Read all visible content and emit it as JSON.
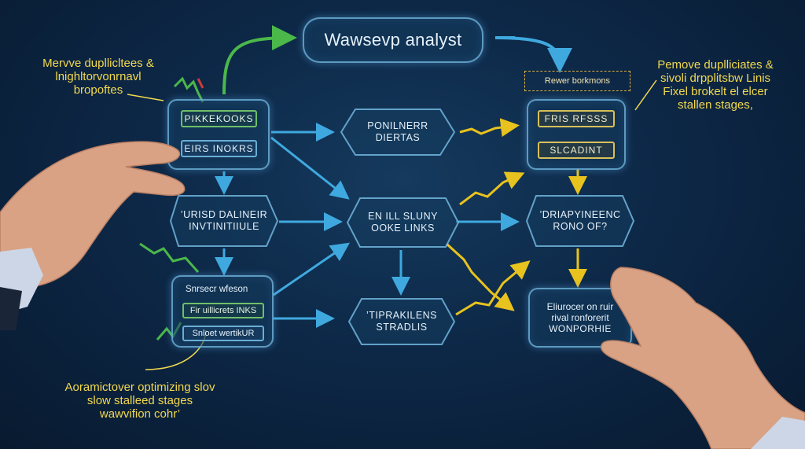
{
  "title": "Wawsevp analyst",
  "notes": {
    "left_top": [
      "Mervve dupllicltees &",
      "lnighltorvonrnavl",
      "bropoftes"
    ],
    "right_top": [
      "Pemove duplliciates &",
      "sivoli drpplitsbw Linis",
      "Fixel brokelt el elcer",
      "stallen stages,"
    ],
    "bottom_left": [
      "Aoramictover optimizing slov",
      "slow stalleed stages",
      "wawvifion cohr’"
    ]
  },
  "nodes": {
    "left_top": {
      "tags": [
        "PIKKEKOOKS",
        "EIRS INOKRS"
      ]
    },
    "left_mid": {
      "lines": [
        "’URISD DALINEIR",
        "INVTINITIIULE"
      ]
    },
    "left_bottom": {
      "lines": [
        "Snrsecr wfeson",
        "Fir uillicrets INKS",
        "Snloet wertikUR"
      ]
    },
    "center_top": {
      "lines": [
        "PONILNERR",
        "DIERTAS"
      ]
    },
    "center_mid": {
      "lines": [
        "EN ILL SLUNY",
        "OOKE LINKS"
      ]
    },
    "center_bottom": {
      "lines": [
        "’TIPRAKILENS",
        "STRADLIS"
      ]
    },
    "right_top": {
      "header": "Rewer borkmons",
      "tags": [
        "FRIS RFSSS",
        "SLCADINT"
      ]
    },
    "right_mid": {
      "lines": [
        "’DRIAPYINEENC",
        "RONO OF?"
      ]
    },
    "right_bottom": {
      "lines": [
        "Eliurocer on ruir",
        "rival ronforerit",
        "WONPORHIE"
      ]
    }
  },
  "colors": {
    "blue_arrow": "#3fa9df",
    "green_arrow": "#4bb84a",
    "yellow_arrow": "#e8c21e",
    "note_text": "#f2d94e"
  }
}
